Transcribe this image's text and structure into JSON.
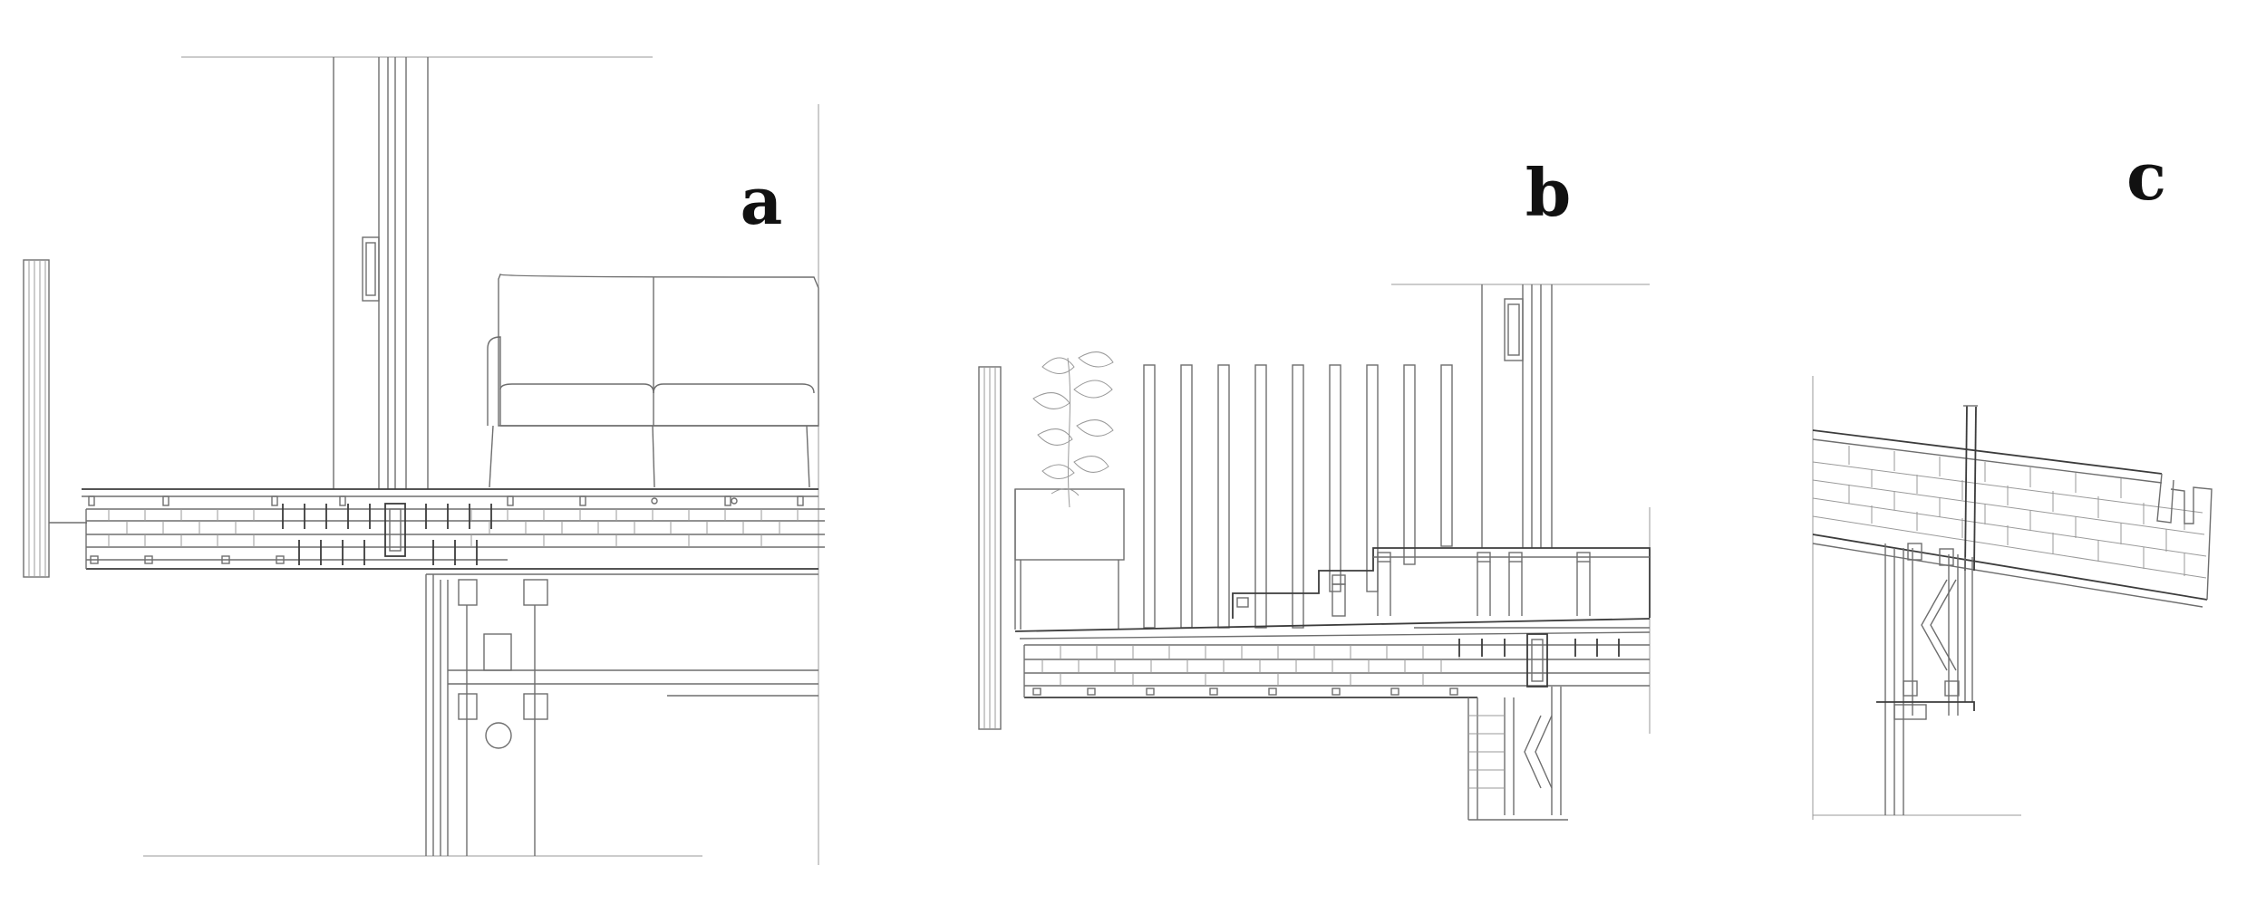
{
  "panels": [
    {
      "id": "a",
      "label": "a"
    },
    {
      "id": "b",
      "label": "b"
    },
    {
      "id": "c",
      "label": "c"
    }
  ],
  "colors": {
    "line": "#6e6e6e",
    "label": "#111111",
    "background": "#ffffff"
  }
}
